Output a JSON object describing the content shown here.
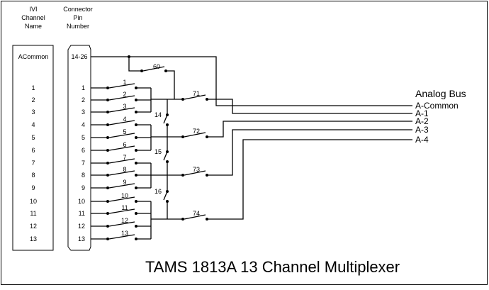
{
  "headers": {
    "ivi": [
      "IVI",
      "Channel",
      "Name"
    ],
    "pin": [
      "Connector",
      "Pin",
      "Number"
    ]
  },
  "common": {
    "name": "ACommon",
    "pin": "14-26"
  },
  "channels": [
    {
      "name": "1",
      "pin": "1"
    },
    {
      "name": "2",
      "pin": "2"
    },
    {
      "name": "3",
      "pin": "3"
    },
    {
      "name": "4",
      "pin": "4"
    },
    {
      "name": "5",
      "pin": "5"
    },
    {
      "name": "6",
      "pin": "6"
    },
    {
      "name": "7",
      "pin": "7"
    },
    {
      "name": "8",
      "pin": "8"
    },
    {
      "name": "9",
      "pin": "9"
    },
    {
      "name": "10",
      "pin": "10"
    },
    {
      "name": "11",
      "pin": "11"
    },
    {
      "name": "12",
      "pin": "12"
    },
    {
      "name": "13",
      "pin": "13"
    }
  ],
  "switches": {
    "common": "60",
    "channel": [
      "1",
      "2",
      "3",
      "4",
      "5",
      "6",
      "7",
      "8",
      "9",
      "10",
      "11",
      "12",
      "13"
    ],
    "ties": [
      "14",
      "15",
      "16"
    ],
    "bus": [
      "71",
      "72",
      "73",
      "74"
    ]
  },
  "bus": {
    "title": "Analog Bus",
    "lines": [
      "A-Common",
      "A-1",
      "A-2",
      "A-3",
      "A-4"
    ]
  },
  "title": "TAMS 1813A 13 Channel Multiplexer"
}
